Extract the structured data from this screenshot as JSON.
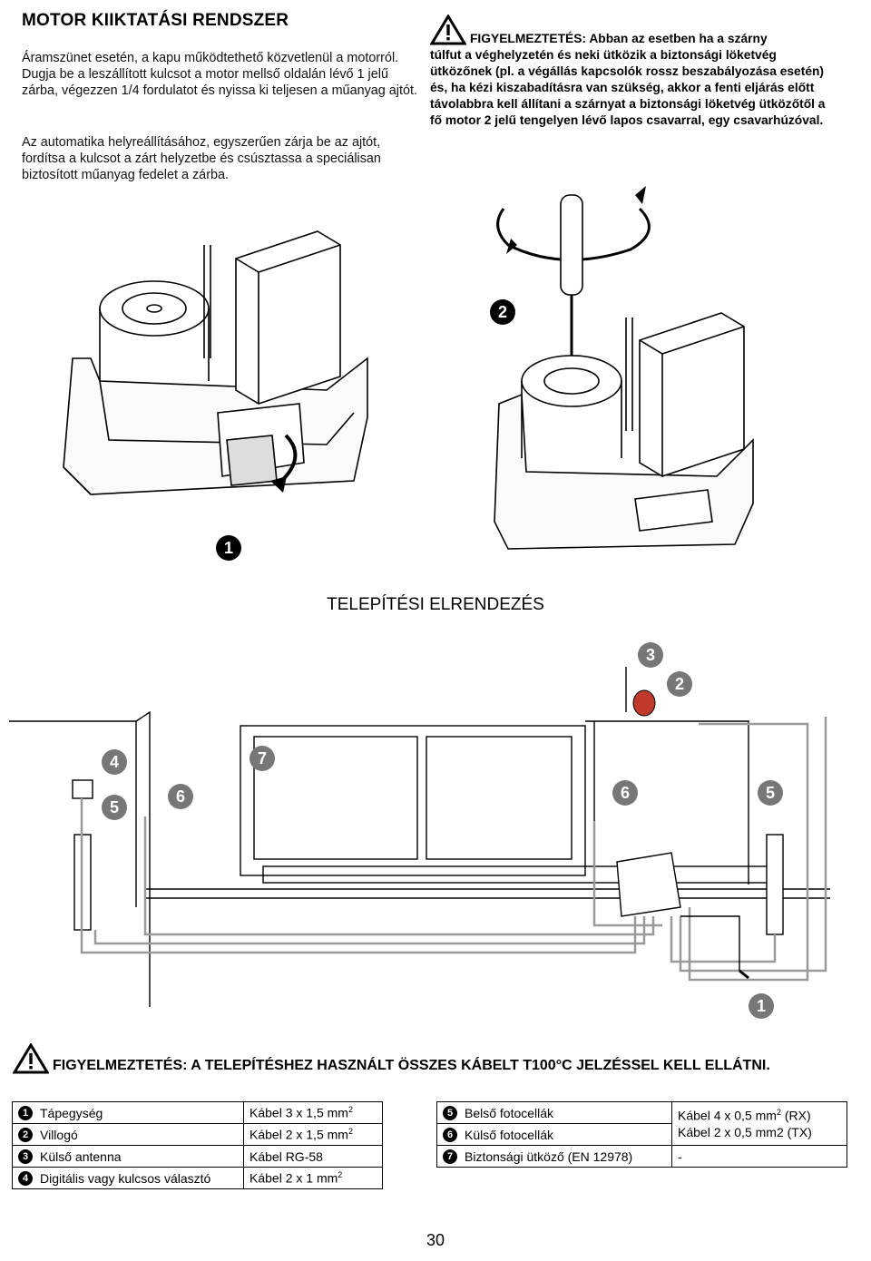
{
  "title": "MOTOR KIIKTATÁSI RENDSZER",
  "para1": "Áramszünet esetén, a kapu működtethető közvetlenül a motorról. Dugja be a leszállított kulcsot a motor mellső oldalán lévő 1 jelű zárba, végezzen 1/4 fordulatot és nyissa ki teljesen a műanyag ajtót.",
  "para2": "Az automatika helyreállításához, egyszerűen zárja be az ajtót, fordítsa a kulcsot a zárt helyzetbe és csúsztassa a speciálisan biztosított műanyag fedelet a zárba.",
  "warning_top": {
    "first": "FIGYELMEZTETÉS: Abban az esetben ha a szárny",
    "rest": "túlfut a véghelyzetén és neki ütközik a biztonsági löketvég ütközőnek (pl. a végállás kapcsolók rossz beszabályozása esetén) és, ha kézi kiszabadításra van szükség, akkor a fenti eljárás előtt távolabbra kell állítani a szárnyat a biztonsági löketvég ütközőtől a fő motor 2 jelű tengelyen lévő lapos csavarral, egy csavarhúzóval."
  },
  "figure_markers": {
    "m1": "1",
    "m2": "2"
  },
  "section_title": "TELEPÍTÉSI ELRENDEZÉS",
  "layout_markers": {
    "m1": "1",
    "m2": "2",
    "m3": "3",
    "m4": "4",
    "m5a": "5",
    "m5b": "5",
    "m6a": "6",
    "m6b": "6",
    "m7": "7"
  },
  "warning_bottom": "FIGYELMEZTETÉS: A TELEPÍTÉSHEZ HASZNÁLT ÖSSZES KÁBELT T100°C JELZÉSSEL KELL ELLÁTNI.",
  "legend_left": [
    {
      "num": "1",
      "item": "Tápegység",
      "cable": "Kábel 3 x 1,5 mm",
      "sup": "2"
    },
    {
      "num": "2",
      "item": "Villogó",
      "cable": "Kábel 2 x 1,5 mm",
      "sup": "2"
    },
    {
      "num": "3",
      "item": "Külső antenna",
      "cable": "Kábel RG-58",
      "sup": ""
    },
    {
      "num": "4",
      "item": "Digitális vagy kulcsos választó",
      "cable": "Kábel 2 x 1 mm",
      "sup": "2"
    }
  ],
  "legend_right": [
    {
      "num": "5",
      "item": "Belső fotocellák",
      "cable_a": "Kábel 4 x 0,5 mm",
      "sup": "2",
      "cable_a_suffix": " (RX)",
      "cable_b": "Kábel 2 x 0,5 mm2 (TX)"
    },
    {
      "num": "6",
      "item": "Külső fotocellák"
    },
    {
      "num": "7",
      "item": "Biztonsági ütköző (EN 12978)",
      "cable": "-"
    }
  ],
  "page_number": "30",
  "colors": {
    "text": "#000000",
    "wire_gray": "#9a9a9a",
    "marker_gray": "#777777",
    "flash_light": "#c0392b"
  }
}
